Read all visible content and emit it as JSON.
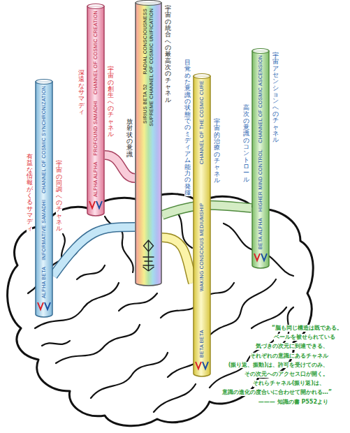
{
  "diagram": {
    "nodes": [
      {
        "text": [
          "ALPHA BETA",
          "INFORMATIVE SAMADHI",
          "CHANNEL OF COSMIC SYNCHRONIZATION",
          "有益な情報がくるサマディ",
          "宇宙の同調へのチャネル"
        ]
      },
      {
        "text": [
          "ALPHA ALPHA",
          "PROFOUND SAMADHI",
          "CHANNEL OF COSMIC CREATION",
          "深遠なサマディ",
          "宇宙の創生へのチャネル"
        ]
      },
      {
        "text": [
          "SIRIUS BETA 52",
          "RADIAL CONSCIOUSNESS",
          "SUPREME CHANNEL OF COSMIC UNIFICATION",
          "放射状の意識",
          "宇宙の統合への最高次のチャネル"
        ]
      },
      {
        "text": [
          "BETA BETA",
          "WAKING CONSCIOUS MEDIUMSHIP",
          "CHANNEL OF THE COSMIC CURE",
          "目覚めた意識の状態でのミディアム能力の発揮",
          "宇宙的治療のチャネル"
        ]
      },
      {
        "text": [
          "BETA ALPHA",
          "HIGHER MIND CONTROL",
          "CHANNEL OF COSMIC ASCENSION",
          "高次の意識のコントロール",
          "宇宙アセンションへのチャネル"
        ]
      }
    ],
    "edges": [
      {
        "from": 0,
        "to": 2,
        "arrow": "none"
      },
      {
        "from": 1,
        "to": 2,
        "arrow": "none"
      },
      {
        "from": 2,
        "to": 3,
        "arrow": "none"
      },
      {
        "from": 2,
        "to": 4,
        "arrow": "none"
      }
    ],
    "labels": [
      "“脳も同じ構造は既である。",
      "ベールを被せられている",
      "気づきの次元に到達できる、",
      "それぞれの意識にあるチャネル",
      "(振り返、振動)は、許可を受けてのみ、",
      "その次元へのアクセス口が開く。",
      "それらチャネル(振り返)は、",
      "意識の進化の度合いに合わせて開かれる…”",
      "——— 知識の書 P552より"
    ]
  }
}
